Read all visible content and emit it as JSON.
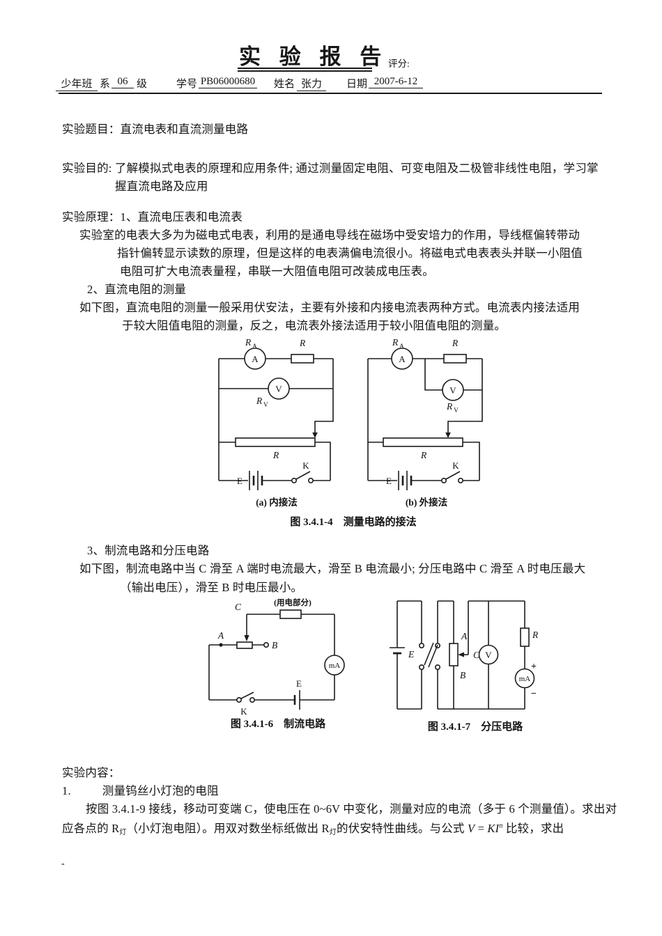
{
  "header": {
    "title": "实 验 报 告",
    "score_label": "评分:",
    "class_value": "少年班",
    "dept_label": "系",
    "grade_value": "06",
    "grade_suffix": "级",
    "id_label": "学号",
    "id_value": "PB06000680",
    "name_label": "姓名",
    "name_value": "张力",
    "date_label": "日期",
    "date_value": "2007-6-12"
  },
  "content": {
    "topic": "实验题目：直流电表和直流测量电路",
    "purpose_1": "实验目的: 了解模拟式电表的原理和应用条件; 通过测量固定电阻、可变电阻及二极管非线性电阻，学习掌",
    "purpose_2": "握直流电路及应用",
    "principle_1": "实验原理：1、直流电压表和电流表",
    "principle_2": "实验室的电表大多为为磁电式电表，利用的是通电导线在磁场中受安培力的作用，导线框偏转带动",
    "principle_3": "指针偏转显示读数的原理，但是这样的电表满偏电流很小。将磁电式电表表头并联一小阻值",
    "principle_4": "电阻可扩大电流表量程，串联一大阻值电阻可改装成电压表。",
    "principle_5": "2、直流电阻的测量",
    "principle_6": "如下图，直流电阻的测量一般采用伏安法，主要有外接和内接电流表两种方式。电流表内接法适用",
    "principle_7": "于较大阻值电阻的测量，反之，电流表外接法适用于较小阻值电阻的测量。",
    "principle_8": "3、制流电路和分压电路",
    "principle_9": "如下图，制流电路中当 C 滑至 A 端时电流最大，滑至 B 电流最小; 分压电路中 C 滑至 A 时电压最大",
    "principle_10": "（输出电压），滑至 B 时电压最小。",
    "content_label": "实验内容：",
    "item1_no": "1.",
    "item1_title": "测量钨丝小灯泡的电阻",
    "item1_line1": "按图 3.4.1-9 接线，移动可变端 C，使电压在 0~6V 中变化，测量对应的电流（多于 6 个测量值）。求出对",
    "item1_line2": {
      "a": "应各点的 R",
      "a_sub": "灯",
      "b": "（小灯泡电阻）。用双对数坐标纸做出 R",
      "b_sub": "灯",
      "c": "的伏安特性曲线。与公式 ",
      "v": "V",
      "eq": " = ",
      "ki": "KI",
      "n": "n",
      "d": " 比较，求出"
    },
    "footer_dash": "-"
  },
  "fig1": {
    "caption": "图 3.4.1-4　测量电路的接法",
    "sub_a": "(a) 内接法",
    "sub_b": "(b) 外接法",
    "labels": {
      "r": "R",
      "sub_a": "A",
      "sub_v": "V",
      "ammeter": "A",
      "voltmeter": "V",
      "resistor": "R",
      "rheostat": "R",
      "battery": "E",
      "switch": "K"
    }
  },
  "fig2": {
    "caption": "图 3.4.1-6　制流电路",
    "labels": {
      "c": "C",
      "load": "(用电部分)",
      "a": "A",
      "b": "B",
      "milliammeter": "mA",
      "battery": "E",
      "switch": "K"
    }
  },
  "fig3": {
    "caption": "图 3.4.1-7　分压电路",
    "labels": {
      "battery": "E",
      "a": "A",
      "b": "B",
      "c": "C",
      "voltmeter": "V",
      "resistor": "R",
      "milliammeter": "mA",
      "plus": "+",
      "minus": "−"
    }
  }
}
